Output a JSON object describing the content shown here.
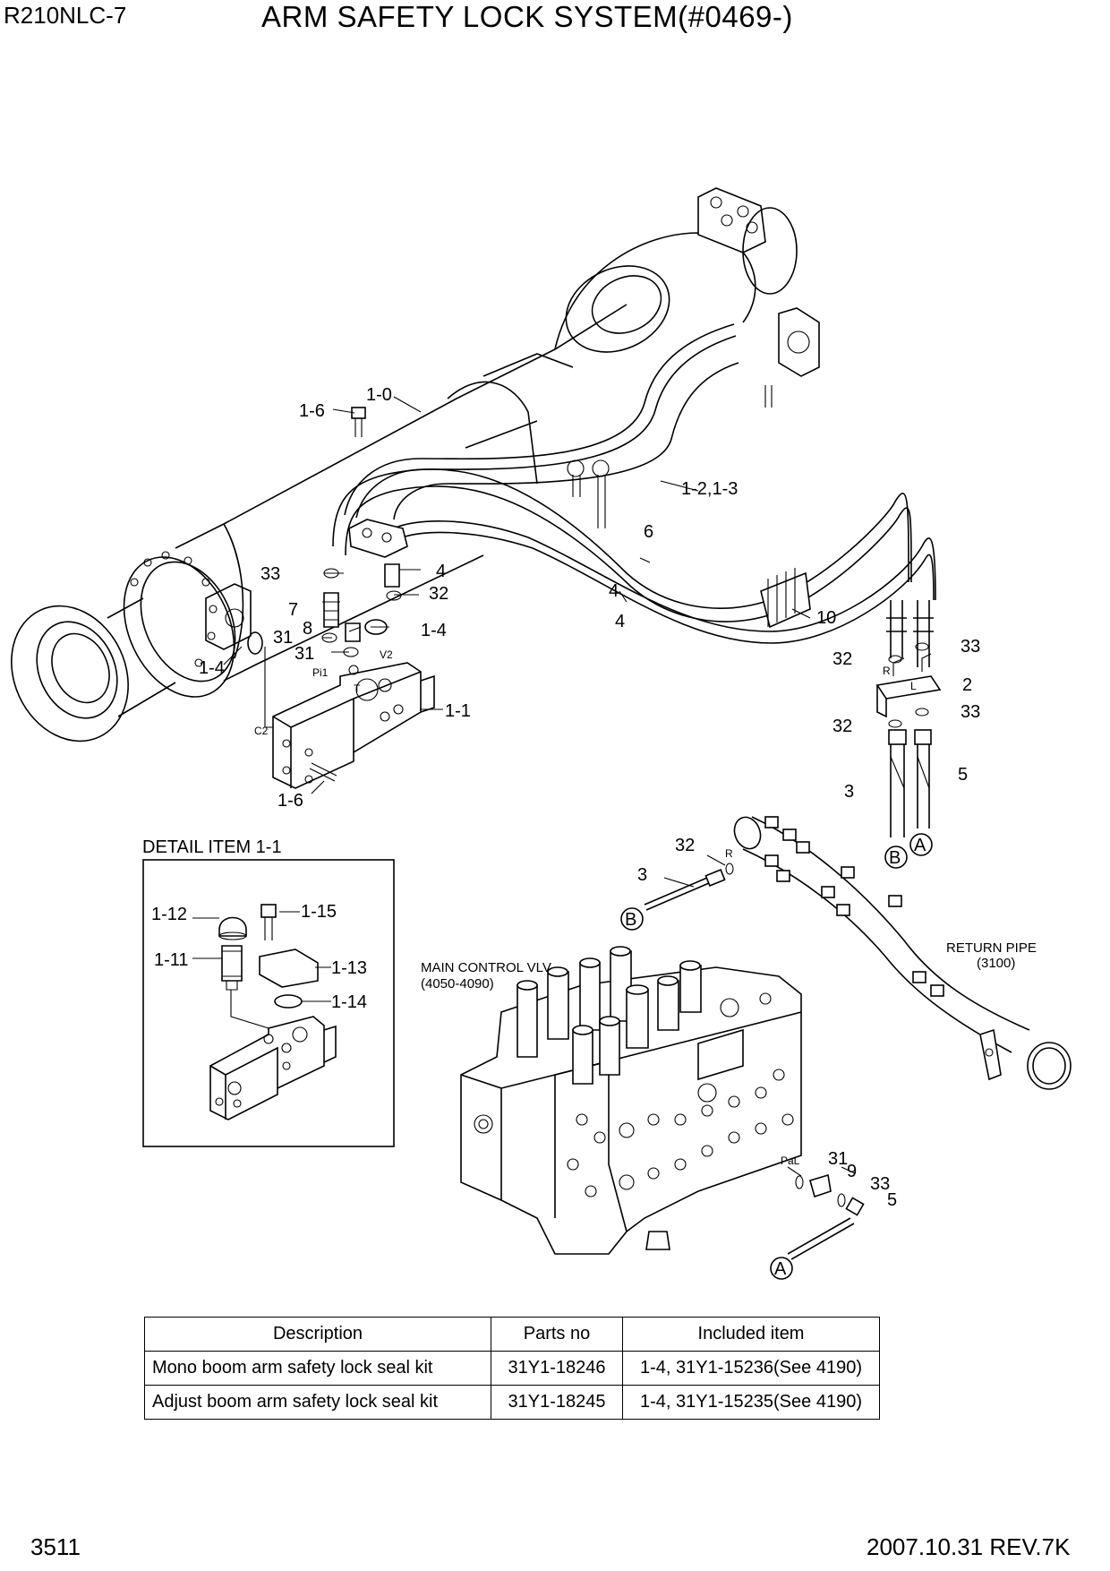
{
  "header": {
    "model": "R210NLC-7",
    "title": "ARM SAFETY LOCK SYSTEM(#0469-)"
  },
  "footer": {
    "page_number": "3511",
    "revision": "2007.10.31  REV.7K"
  },
  "callouts": {
    "c1_0": "1-0",
    "c1_6_top": "1-6",
    "c1_2_3": "1-2,1-3",
    "c6": "6",
    "c33_left": "33",
    "c4_a": "4",
    "c32_a": "32",
    "c7": "7",
    "c8": "8",
    "c1_4_a": "1-4",
    "c31_a": "31",
    "c31_b": "31",
    "c1_4_b": "1-4",
    "c4_b": "4",
    "c4_c": "4",
    "c10": "10",
    "c1_1": "1-1",
    "c1_6_bot": "1-6",
    "c32_b": "32",
    "c33_b": "33",
    "c2": "2",
    "c33_c": "33",
    "c32_c": "32",
    "c5_a": "5",
    "c3_a": "3",
    "c32_d": "32",
    "c3_b": "3",
    "c31_c": "31",
    "c9": "9",
    "c33_d": "33",
    "c5_b": "5"
  },
  "port_labels": {
    "pi1": "Pi1",
    "t": "T",
    "v2": "V2",
    "c2": "C2",
    "r_top": "R",
    "l_top": "L",
    "r_return": "R",
    "pal": "PaL"
  },
  "connectors": {
    "a_top": "A",
    "b_top": "B",
    "b_left": "B",
    "a_bottom": "A"
  },
  "detail": {
    "title": "DETAIL ITEM 1-1",
    "c1_12": "1-12",
    "c1_15": "1-15",
    "c1_11": "1-11",
    "c1_13": "1-13",
    "c1_14": "1-14"
  },
  "notes": {
    "main_control_valve": "MAIN CONTROL VLV",
    "main_control_valve_ref": "(4050-4090)",
    "return_pipe": "RETURN PIPE",
    "return_pipe_ref": "(3100)"
  },
  "parts_table": {
    "headers": [
      "Description",
      "Parts no",
      "Included item"
    ],
    "rows": [
      [
        "Mono boom arm safety lock seal kit",
        "31Y1-18246",
        "1-4, 31Y1-15236(See 4190)"
      ],
      [
        "Adjust boom arm safety lock seal kit",
        "31Y1-18245",
        "1-4, 31Y1-15235(See 4190)"
      ]
    ]
  }
}
